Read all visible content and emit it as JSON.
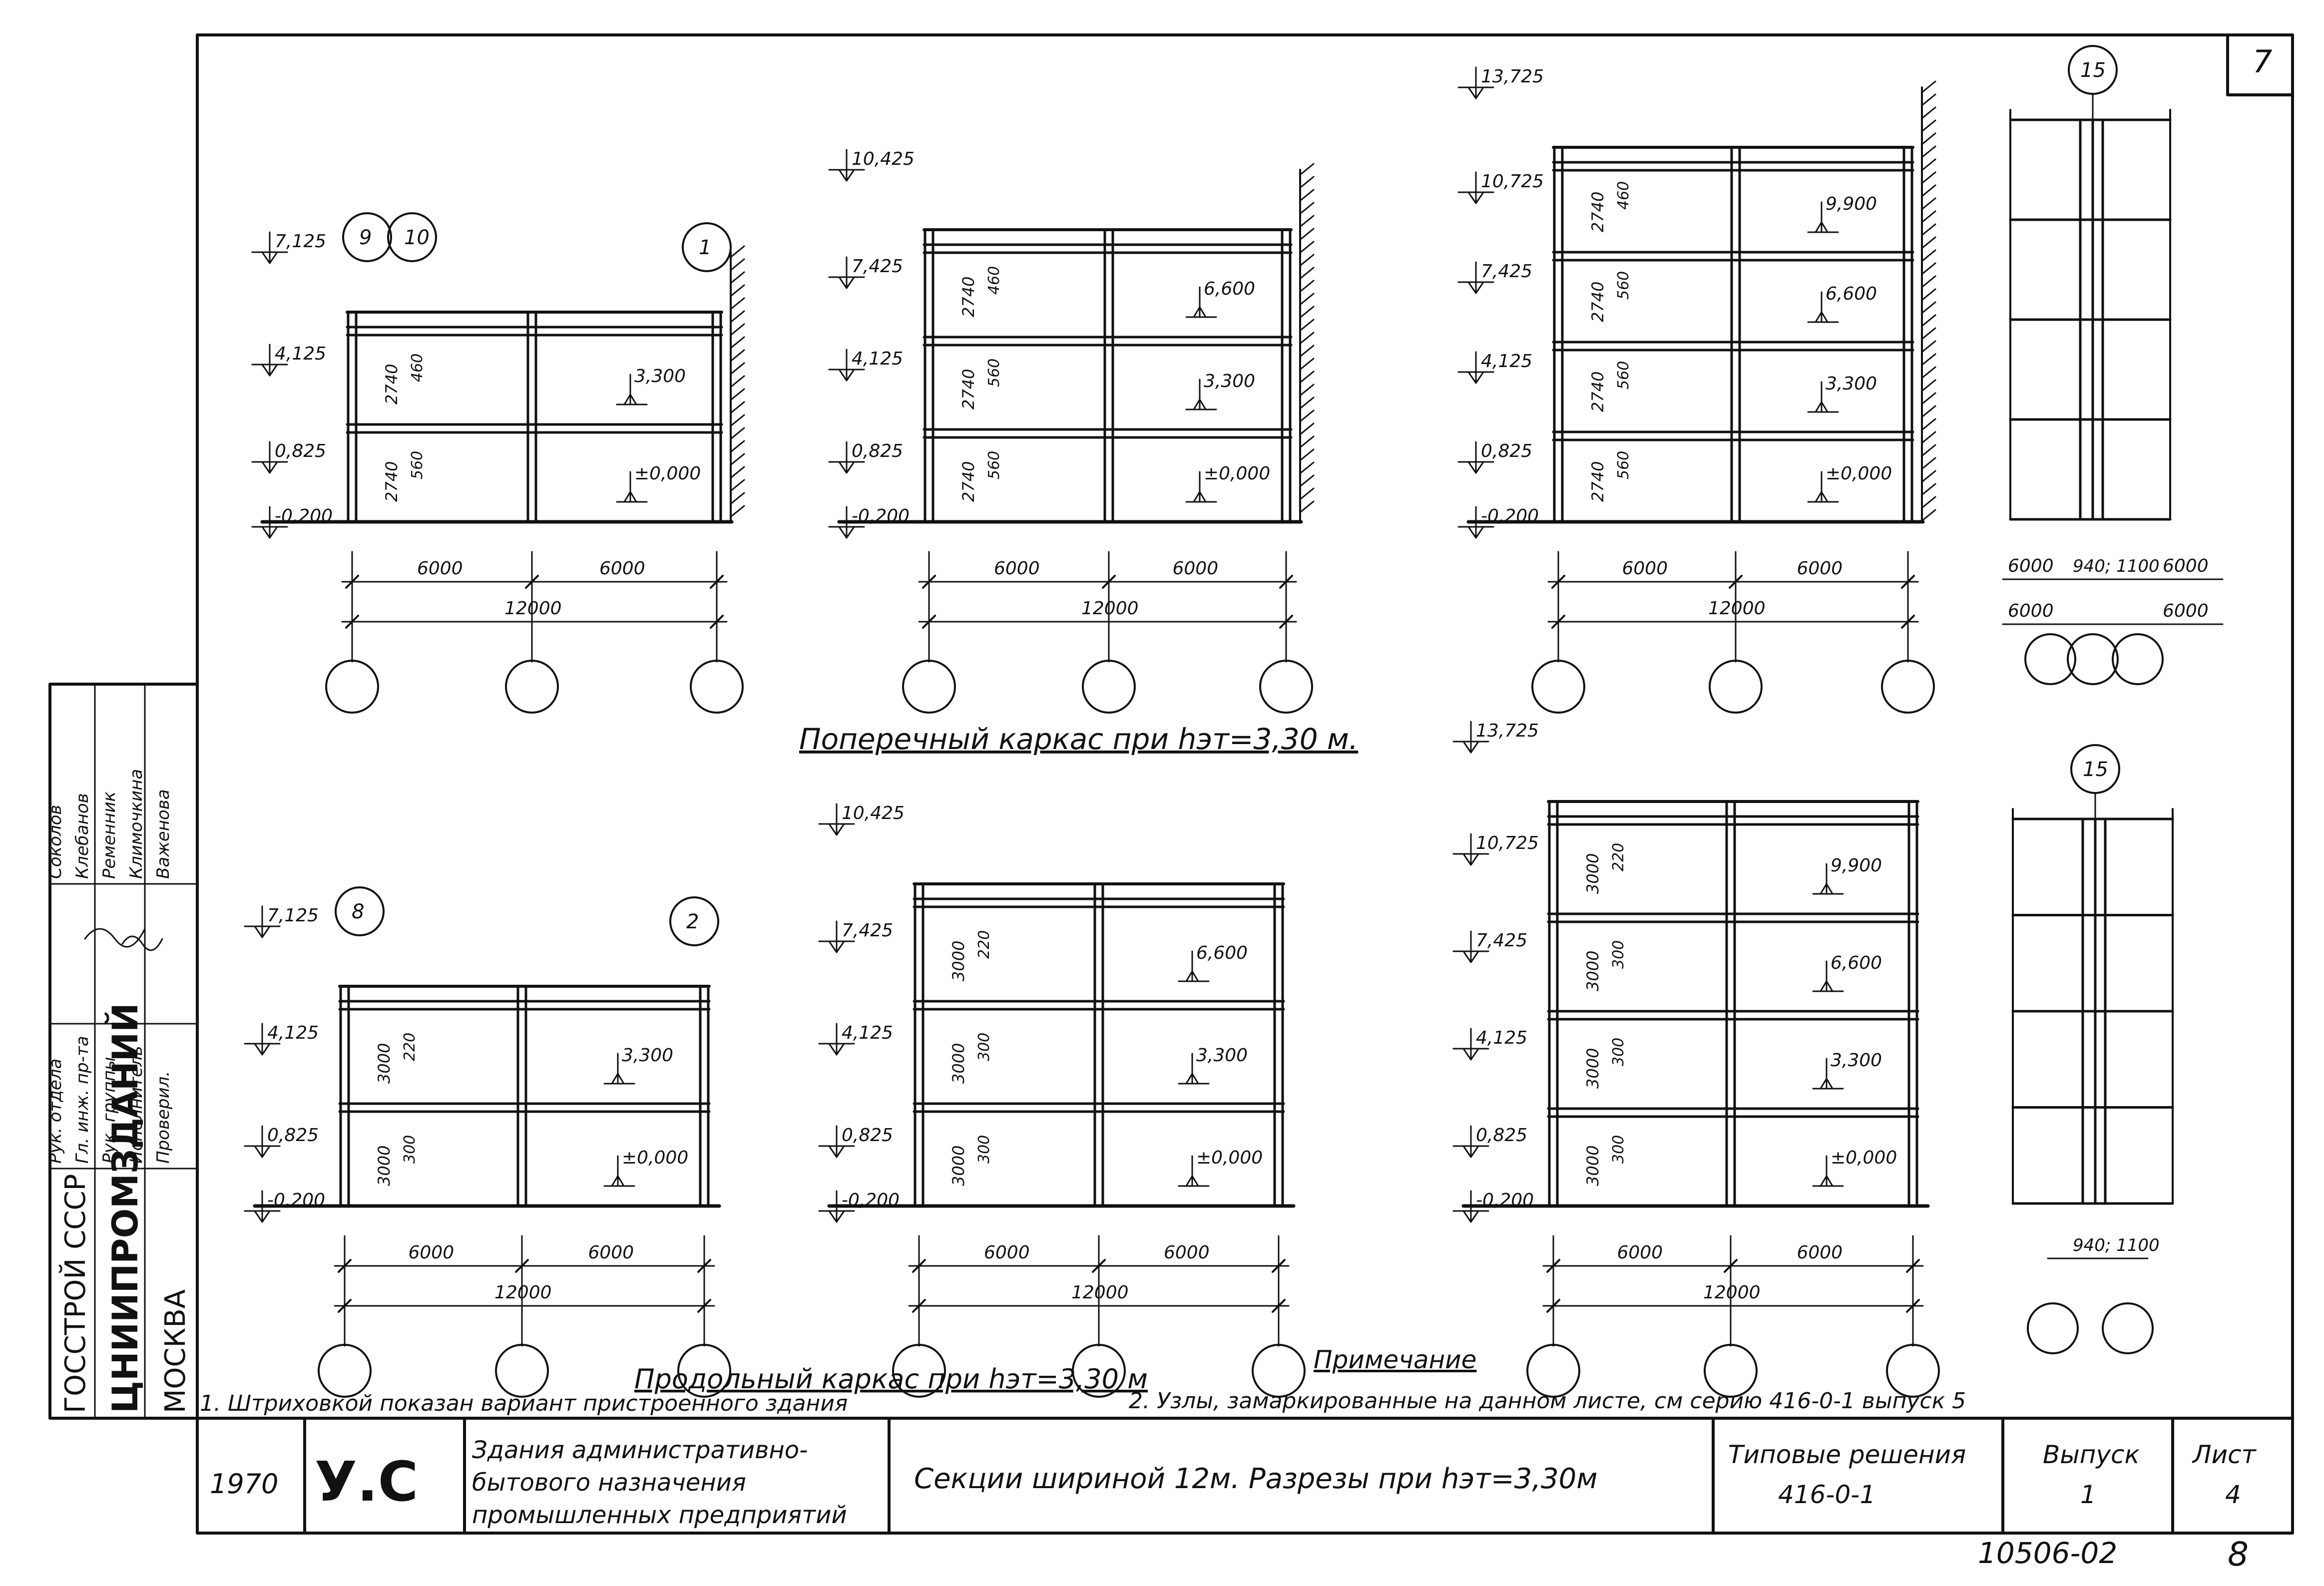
{
  "sheet_number_top": "7",
  "organization": {
    "line1": "ГОССТРОЙ СССР",
    "line2": "ЦНИИПРОМЗДАНИЙ",
    "line3": "МОСКВА"
  },
  "signatures": {
    "roles": [
      "Рук. отдела",
      "Гл. инж. пр-та",
      "Рук. группы",
      "Исполнитель",
      "Проверил."
    ],
    "names": [
      "Соколов",
      "Клебанов",
      "Ременник",
      "Климочкина",
      "Важенова"
    ]
  },
  "title_transverse": "Поперечный каркас при hэт=3,30 м.",
  "title_longitudinal": "Продольный каркас при hэт=3,30 м",
  "note_title": "Примечание",
  "notes": [
    "1. Штриховкой показан вариант пристроенного здания",
    "2. Узлы, замаркированные на данном листе, см серию 416-0-1 выпуск 5"
  ],
  "title_block": {
    "year": "1970",
    "series_code": "У.С",
    "building_type": [
      "Здания административно-",
      "бытового назначения",
      "промышленных предприятий"
    ],
    "sheet_title": "Секции шириной 12м. Разрезы при hэт=3,30м",
    "typical_solutions_label": "Типовые решения",
    "typical_solutions_code": "416-0-1",
    "issue_label": "Выпуск",
    "issue_value": "1",
    "sheet_label": "Лист",
    "sheet_value": "4",
    "doc_number": "10506-02",
    "page_number": "8"
  },
  "sections_top": [
    {
      "elevations": [
        "7,125",
        "4,125",
        "0,825",
        "-0,200"
      ],
      "marks": [
        "±0,000",
        "3,300"
      ],
      "heights": [
        "2740",
        "2740"
      ],
      "beams": [
        "560",
        "460"
      ],
      "callouts": [
        "9",
        "10",
        "1"
      ]
    },
    {
      "elevations": [
        "10,425",
        "7,425",
        "4,125",
        "0,825",
        "-0,200"
      ],
      "marks": [
        "±0,000",
        "3,300",
        "6,600"
      ],
      "heights": [
        "2740",
        "2740",
        "2740"
      ],
      "beams": [
        "560",
        "560",
        "460"
      ]
    },
    {
      "elevations": [
        "13,725",
        "10,725",
        "7,425",
        "4,125",
        "0,825",
        "-0,200"
      ],
      "marks": [
        "±0,000",
        "3,300",
        "6,600",
        "9,900"
      ],
      "heights": [
        "2740",
        "2740",
        "2740",
        "2740"
      ],
      "beams": [
        "560",
        "560",
        "560",
        "460"
      ]
    }
  ],
  "sections_bottom": [
    {
      "elevations": [
        "7,125",
        "4,125",
        "0,825",
        "-0,200"
      ],
      "marks": [
        "±0,000",
        "3,300"
      ],
      "heights": [
        "3000",
        "3000"
      ],
      "beams": [
        "300",
        "220"
      ],
      "callouts": [
        "8",
        "2"
      ]
    },
    {
      "elevations": [
        "10,425",
        "7,425",
        "4,125",
        "0,825",
        "-0,200"
      ],
      "marks": [
        "±0,000",
        "3,300",
        "6,600"
      ],
      "heights": [
        "3000",
        "3000",
        "3000"
      ],
      "beams": [
        "300",
        "300",
        "220"
      ]
    },
    {
      "elevations": [
        "13,725",
        "10,725",
        "7,425",
        "4,125",
        "0,825",
        "-0,200"
      ],
      "marks": [
        "±0,000",
        "3,300",
        "6,600",
        "9,900"
      ],
      "heights": [
        "3000",
        "3000",
        "3000",
        "3000"
      ],
      "beams": [
        "300",
        "300",
        "300",
        "220"
      ]
    }
  ],
  "span_labels": {
    "span": "6000",
    "total": "12000"
  },
  "side_detail": {
    "callout": "15",
    "dims_top": [
      "6000",
      "940; 1100",
      "6000"
    ],
    "dims_second": [
      "6000",
      "6000"
    ],
    "dims_bottom": "940; 1100"
  }
}
